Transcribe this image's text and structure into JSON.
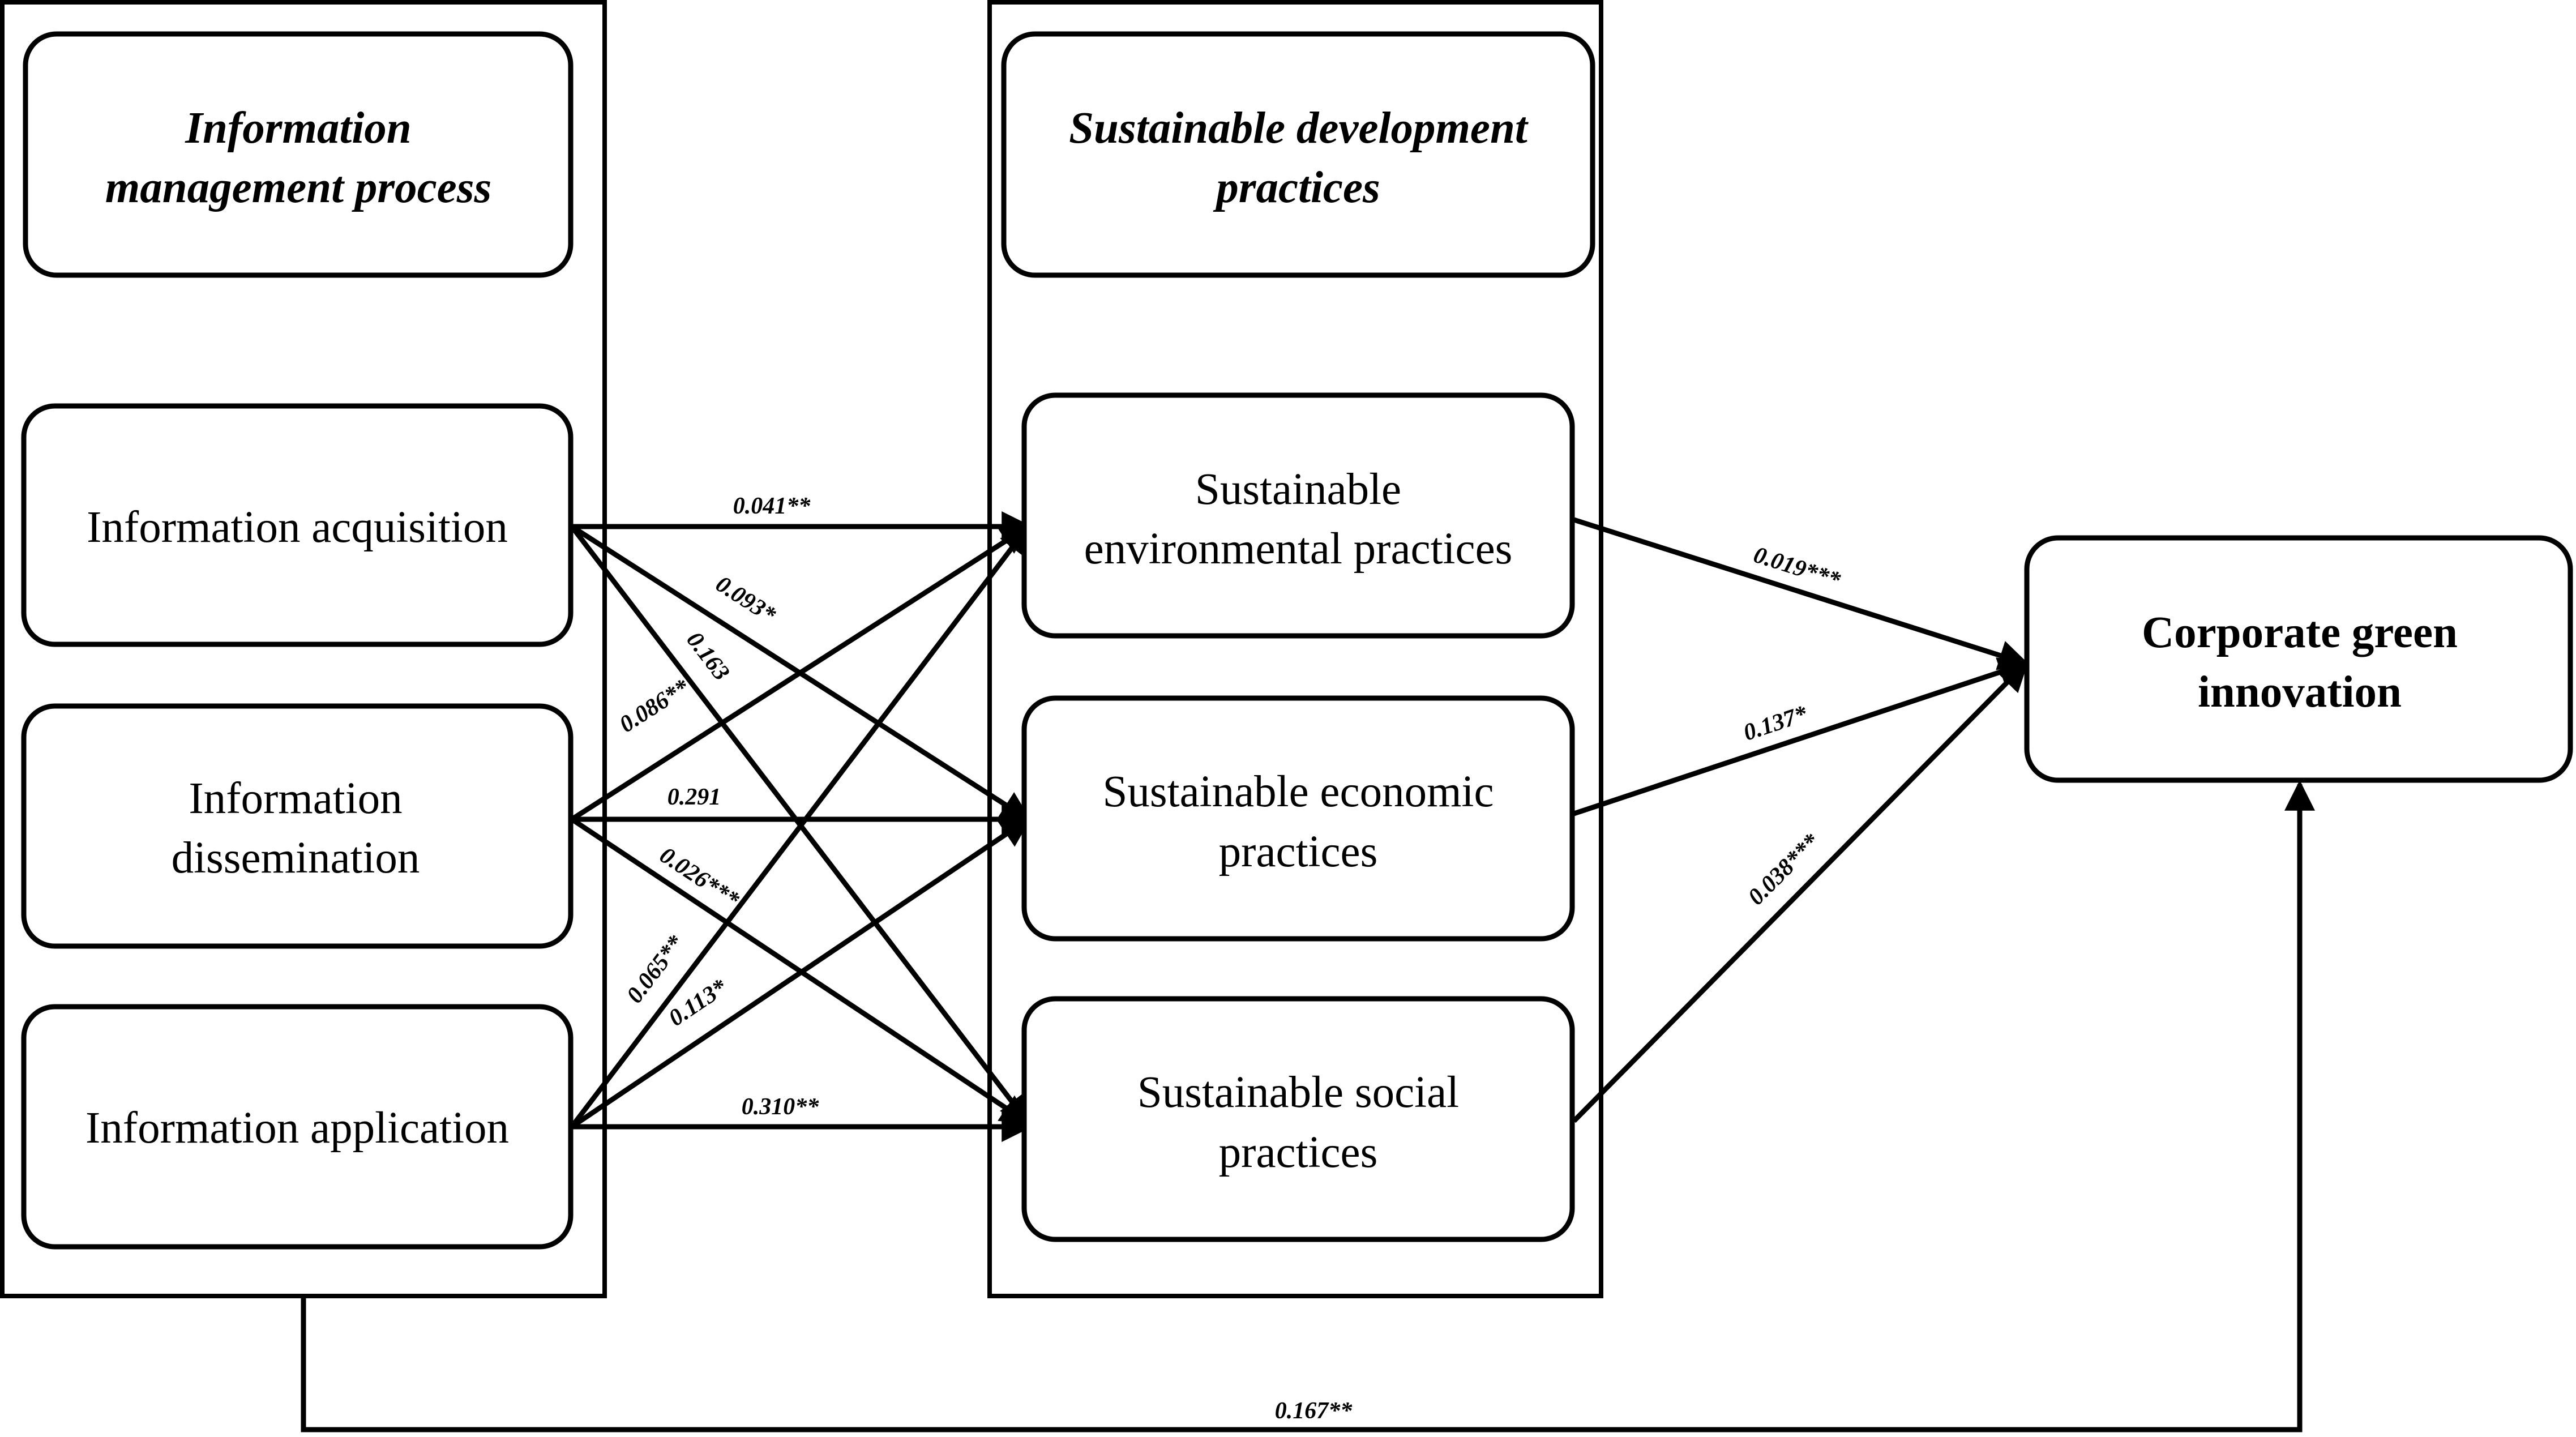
{
  "left_group": {
    "heading_line1": "Information",
    "heading_line2": "management process",
    "acquisition": "Information acquisition",
    "dissemination_line1": "Information",
    "dissemination_line2": "dissemination",
    "application": "Information application"
  },
  "middle_group": {
    "heading_line1": "Sustainable development",
    "heading_line2": "practices",
    "environmental_line1": "Sustainable",
    "environmental_line2": "environmental practices",
    "economic_line1": "Sustainable economic",
    "economic_line2": "practices",
    "social_line1": "Sustainable social",
    "social_line2": "practices"
  },
  "outcome": {
    "line1": "Corporate green",
    "line2": "innovation"
  },
  "coefficients": {
    "acq_env": "0.041**",
    "acq_eco": "0.093*",
    "acq_soc": "0.163",
    "dis_env": "0.086**",
    "dis_eco": "0.291",
    "dis_soc": "0.026***",
    "app_env": "0.065**",
    "app_eco": "0.113*",
    "app_soc": "0.310**",
    "env_cgi": "0.019***",
    "eco_cgi": "0.137*",
    "soc_cgi": "0.038***",
    "direct": "0.167**"
  }
}
